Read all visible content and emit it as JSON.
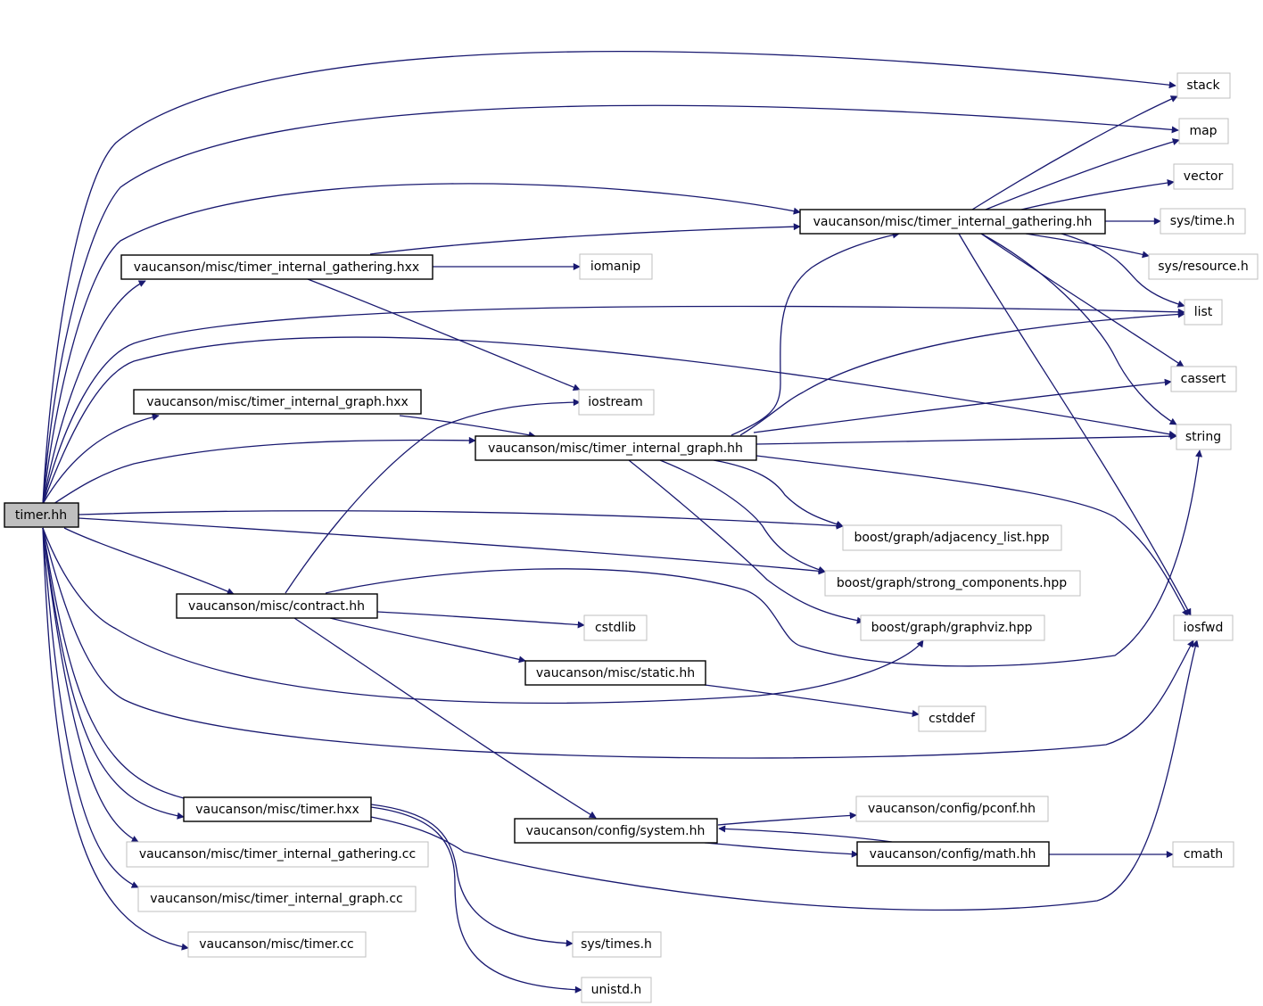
{
  "diagram": {
    "nodes": [
      {
        "id": "timer_hh",
        "label": "timer.hh"
      },
      {
        "id": "stack",
        "label": "stack"
      },
      {
        "id": "map",
        "label": "map"
      },
      {
        "id": "vector",
        "label": "vector"
      },
      {
        "id": "tig_hh",
        "label": "vaucanson/misc/timer_internal_gathering.hh"
      },
      {
        "id": "systime",
        "label": "sys/time.h"
      },
      {
        "id": "tig_hxx",
        "label": "vaucanson/misc/timer_internal_gathering.hxx"
      },
      {
        "id": "iomanip",
        "label": "iomanip"
      },
      {
        "id": "sysresource",
        "label": "sys/resource.h"
      },
      {
        "id": "list",
        "label": "list"
      },
      {
        "id": "cassert",
        "label": "cassert"
      },
      {
        "id": "tigr_hxx",
        "label": "vaucanson/misc/timer_internal_graph.hxx"
      },
      {
        "id": "iostream",
        "label": "iostream"
      },
      {
        "id": "tigr_hh",
        "label": "vaucanson/misc/timer_internal_graph.hh"
      },
      {
        "id": "string",
        "label": "string"
      },
      {
        "id": "adjlist",
        "label": "boost/graph/adjacency_list.hpp"
      },
      {
        "id": "strongcomp",
        "label": "boost/graph/strong_components.hpp"
      },
      {
        "id": "contract",
        "label": "vaucanson/misc/contract.hh"
      },
      {
        "id": "cstdlib",
        "label": "cstdlib"
      },
      {
        "id": "graphviz",
        "label": "boost/graph/graphviz.hpp"
      },
      {
        "id": "iosfwd",
        "label": "iosfwd"
      },
      {
        "id": "static",
        "label": "vaucanson/misc/static.hh"
      },
      {
        "id": "cstddef",
        "label": "cstddef"
      },
      {
        "id": "timer_hxx",
        "label": "vaucanson/misc/timer.hxx"
      },
      {
        "id": "pconf",
        "label": "vaucanson/config/pconf.hh"
      },
      {
        "id": "system",
        "label": "vaucanson/config/system.hh"
      },
      {
        "id": "math",
        "label": "vaucanson/config/math.hh"
      },
      {
        "id": "cmath",
        "label": "cmath"
      },
      {
        "id": "tig_cc",
        "label": "vaucanson/misc/timer_internal_gathering.cc"
      },
      {
        "id": "tigr_cc",
        "label": "vaucanson/misc/timer_internal_graph.cc"
      },
      {
        "id": "timer_cc",
        "label": "vaucanson/misc/timer.cc"
      },
      {
        "id": "systimes",
        "label": "sys/times.h"
      },
      {
        "id": "unistd",
        "label": "unistd.h"
      }
    ]
  }
}
